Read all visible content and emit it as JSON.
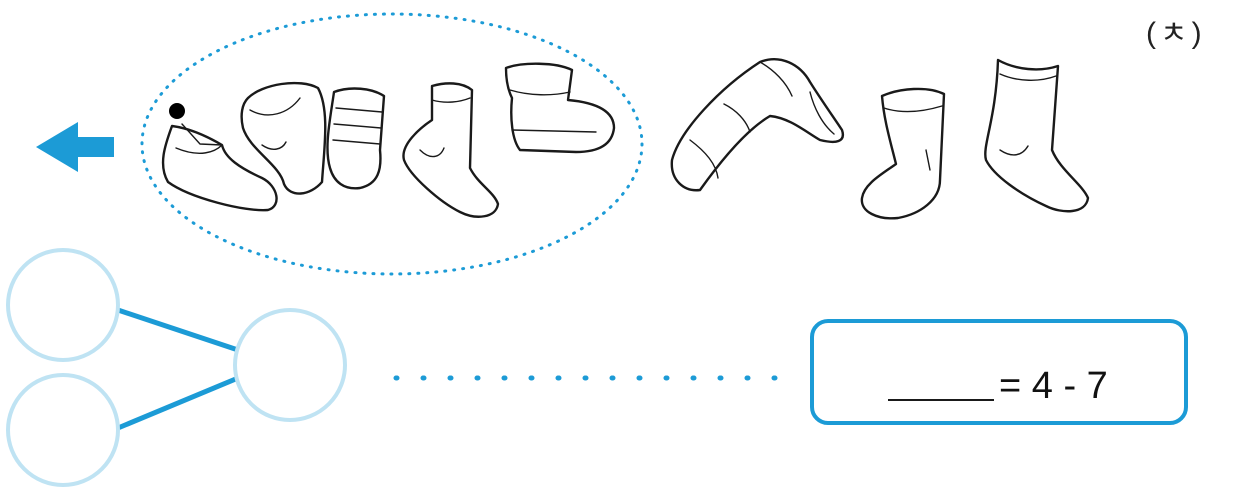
{
  "page": {
    "number_label": "(ㅊ)"
  },
  "colors": {
    "accent_blue": "#1c9bd6",
    "circle_outline": "#bfe3f3",
    "ink": "#1a1a1a"
  },
  "illustration": {
    "arrow_icon": "arrow-left-icon",
    "circled_group_count": 5,
    "outside_group_count": 3,
    "total_socks": 8
  },
  "number_bond": {
    "circles": 3
  },
  "equation": {
    "expression": "= 4 - 7"
  }
}
